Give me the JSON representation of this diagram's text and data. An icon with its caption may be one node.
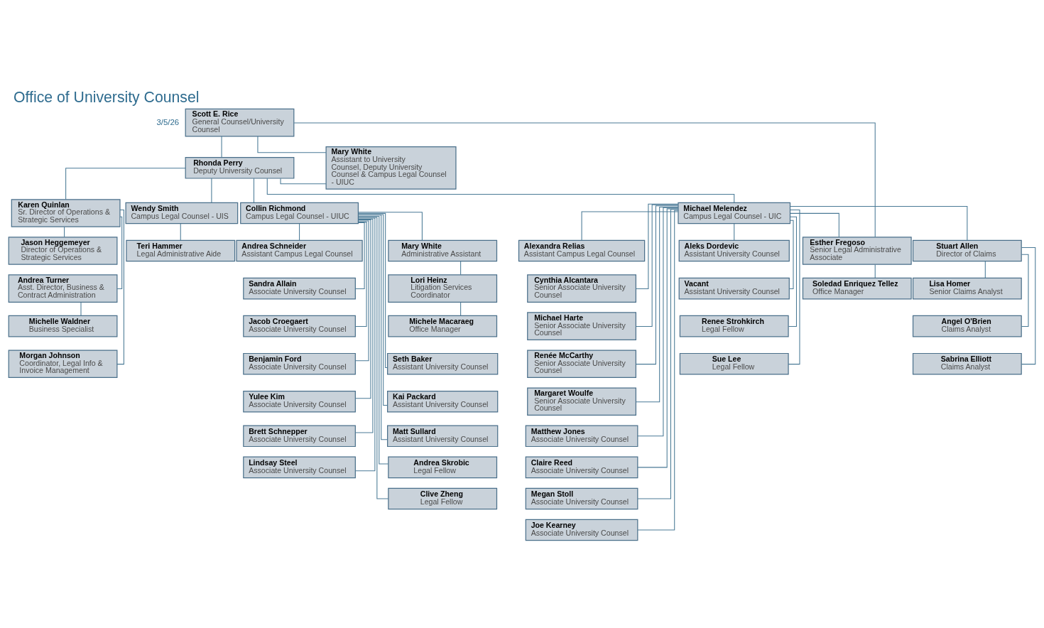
{
  "diagram": {
    "title": "Office of University Counsel",
    "nodes": [
      {
        "text": [
          "Scott E. Rice",
          "General Counsel/University Counsel"
        ]
      },
      {
        "text": [
          "Mary White",
          "Assistant to University Counsel, Deputy University Counsel & Campus Legal Counsel - UIUC"
        ]
      },
      {
        "text": [
          "Rhonda Perry",
          "Deputy University Counsel"
        ]
      },
      {
        "text": [
          "Karen Quinlan",
          "Sr. Director of Operations & Strategic Services"
        ]
      },
      {
        "text": [
          "Wendy Smith",
          "Campus Legal Counsel - UIS"
        ]
      },
      {
        "text": [
          "Collin Richmond",
          "Campus Legal Counsel - UIUC"
        ]
      },
      {
        "text": [
          "Michael Melendez",
          "Campus Legal Counsel - UIC"
        ]
      },
      {
        "text": [
          "Jason Heggemeyer",
          "Director of Operations & Strategic Services"
        ]
      },
      {
        "text": [
          "Andrea Turner",
          "Asst. Director, Business & Contract Administration"
        ]
      },
      {
        "text": [
          "Michelle Waldner",
          "Business Specialist"
        ]
      },
      {
        "text": [
          "Morgan Johnson",
          "Coordinator, Legal Info & Invoice Management"
        ]
      },
      {
        "text": [
          "Teri Hammer",
          "Legal Administrative Aide"
        ]
      },
      {
        "text": [
          "Andrea Schneider",
          "Assistant Campus Legal Counsel"
        ]
      },
      {
        "text": [
          "Sandra Allain",
          "Associate University Counsel"
        ]
      },
      {
        "text": [
          "Jacob Croegaert",
          "Associate University Counsel"
        ]
      },
      {
        "text": [
          "Benjamin Ford",
          "Associate University Counsel"
        ]
      },
      {
        "text": [
          "Yulee Kim",
          "Associate University Counsel"
        ]
      },
      {
        "text": [
          "Brett Schnepper",
          "Associate University Counsel"
        ]
      },
      {
        "text": [
          "Lindsay Steel",
          "Associate University Counsel"
        ]
      },
      {
        "text": [
          "Mary White",
          "Administrative Assistant"
        ]
      },
      {
        "text": [
          "Lori Heinz",
          "Litigation Services Coordinator"
        ]
      },
      {
        "text": [
          "Michele Macaraeg",
          "Office Manager"
        ]
      },
      {
        "text": [
          "Seth Baker",
          "Assistant University Counsel"
        ]
      },
      {
        "text": [
          "Kai Packard",
          "Assistant University Counsel"
        ]
      },
      {
        "text": [
          "Matt Sullard",
          "Assistant University Counsel"
        ]
      },
      {
        "text": [
          "Andrea Skrobic",
          "Legal Fellow"
        ]
      },
      {
        "text": [
          "Clive Zheng",
          "Legal Fellow"
        ]
      },
      {
        "text": [
          "Alexandra Relias",
          "Assistant Campus Legal Counsel"
        ]
      },
      {
        "text": [
          "Cynthia Alcantara",
          "Senior Associate University Counsel"
        ]
      },
      {
        "text": [
          "Michael Harte",
          "Senior Associate University Counsel"
        ]
      },
      {
        "text": [
          "Renée McCarthy",
          "Senior Associate University Counsel"
        ]
      },
      {
        "text": [
          "Margaret Woulfe",
          "Senior Associate University Counsel"
        ]
      },
      {
        "text": [
          "Matthew Jones",
          "Associate University Counsel"
        ]
      },
      {
        "text": [
          "Claire Reed",
          "Associate University Counsel"
        ]
      },
      {
        "text": [
          "Megan Stoll",
          "Associate University Counsel"
        ]
      },
      {
        "text": [
          "Joe Kearney",
          "Associate University Counsel"
        ]
      },
      {
        "text": [
          "Aleks Dordevic",
          "Assistant University Counsel"
        ]
      },
      {
        "text": [
          "Vacant",
          "Assistant University Counsel"
        ]
      },
      {
        "text": [
          "Renee Strohkirch",
          "Legal Fellow"
        ]
      },
      {
        "text": [
          "Sue Lee",
          "Legal Fellow"
        ]
      },
      {
        "text": [
          "Esther Fregoso",
          "Senior Legal Administrative Associate"
        ]
      },
      {
        "text": [
          "Soledad Enriquez Tellez",
          "Office Manager"
        ]
      },
      {
        "text": [
          "Stuart Allen",
          "Director of Claims"
        ]
      },
      {
        "text": [
          "Lisa Homer",
          "Senior Claims Analyst"
        ]
      },
      {
        "text": [
          "Angel O'Brien",
          "Claims Analyst"
        ]
      },
      {
        "text": [
          "Sabrina Elliott",
          "Claims Analyst"
        ]
      }
    ],
    "edges": [
      {
        "from": 0,
        "to": 2,
        "arrow": "none"
      },
      {
        "from": 0,
        "to": 1,
        "arrow": "none"
      },
      {
        "from": 2,
        "to": 1,
        "arrow": "none"
      },
      {
        "from": 0,
        "to": 40,
        "arrow": "none"
      },
      {
        "from": 2,
        "to": 3,
        "arrow": "none"
      },
      {
        "from": 2,
        "to": 4,
        "arrow": "none"
      },
      {
        "from": 2,
        "to": 5,
        "arrow": "none"
      },
      {
        "from": 2,
        "to": 6,
        "arrow": "none"
      },
      {
        "from": 3,
        "to": 7,
        "arrow": "none"
      },
      {
        "from": 3,
        "to": 8,
        "arrow": "none"
      },
      {
        "from": 8,
        "to": 9,
        "arrow": "none"
      },
      {
        "from": 3,
        "to": 10,
        "arrow": "none"
      },
      {
        "from": 4,
        "to": 11,
        "arrow": "none"
      },
      {
        "from": 5,
        "to": 12,
        "arrow": "none"
      },
      {
        "from": 5,
        "to": 13,
        "arrow": "none"
      },
      {
        "from": 5,
        "to": 14,
        "arrow": "none"
      },
      {
        "from": 5,
        "to": 15,
        "arrow": "none"
      },
      {
        "from": 5,
        "to": 16,
        "arrow": "none"
      },
      {
        "from": 5,
        "to": 17,
        "arrow": "none"
      },
      {
        "from": 5,
        "to": 18,
        "arrow": "none"
      },
      {
        "from": 5,
        "to": 19,
        "arrow": "none"
      },
      {
        "from": 19,
        "to": 20,
        "arrow": "none"
      },
      {
        "from": 20,
        "to": 21,
        "arrow": "none"
      },
      {
        "from": 5,
        "to": 22,
        "arrow": "none"
      },
      {
        "from": 5,
        "to": 23,
        "arrow": "none"
      },
      {
        "from": 5,
        "to": 24,
        "arrow": "none"
      },
      {
        "from": 5,
        "to": 25,
        "arrow": "none"
      },
      {
        "from": 5,
        "to": 26,
        "arrow": "none"
      },
      {
        "from": 6,
        "to": 27,
        "arrow": "none"
      },
      {
        "from": 6,
        "to": 28,
        "arrow": "none"
      },
      {
        "from": 6,
        "to": 29,
        "arrow": "none"
      },
      {
        "from": 6,
        "to": 30,
        "arrow": "none"
      },
      {
        "from": 6,
        "to": 31,
        "arrow": "none"
      },
      {
        "from": 6,
        "to": 32,
        "arrow": "none"
      },
      {
        "from": 6,
        "to": 33,
        "arrow": "none"
      },
      {
        "from": 6,
        "to": 34,
        "arrow": "none"
      },
      {
        "from": 6,
        "to": 35,
        "arrow": "none"
      },
      {
        "from": 6,
        "to": 36,
        "arrow": "none"
      },
      {
        "from": 6,
        "to": 37,
        "arrow": "none"
      },
      {
        "from": 6,
        "to": 38,
        "arrow": "none"
      },
      {
        "from": 6,
        "to": 39,
        "arrow": "none"
      },
      {
        "from": 6,
        "to": 40,
        "arrow": "none"
      },
      {
        "from": 40,
        "to": 41,
        "arrow": "none"
      },
      {
        "from": 6,
        "to": 42,
        "arrow": "none"
      },
      {
        "from": 42,
        "to": 43,
        "arrow": "none"
      },
      {
        "from": 42,
        "to": 44,
        "arrow": "none"
      },
      {
        "from": 42,
        "to": 45,
        "arrow": "none"
      }
    ],
    "labels": [
      "3/5/26"
    ]
  }
}
